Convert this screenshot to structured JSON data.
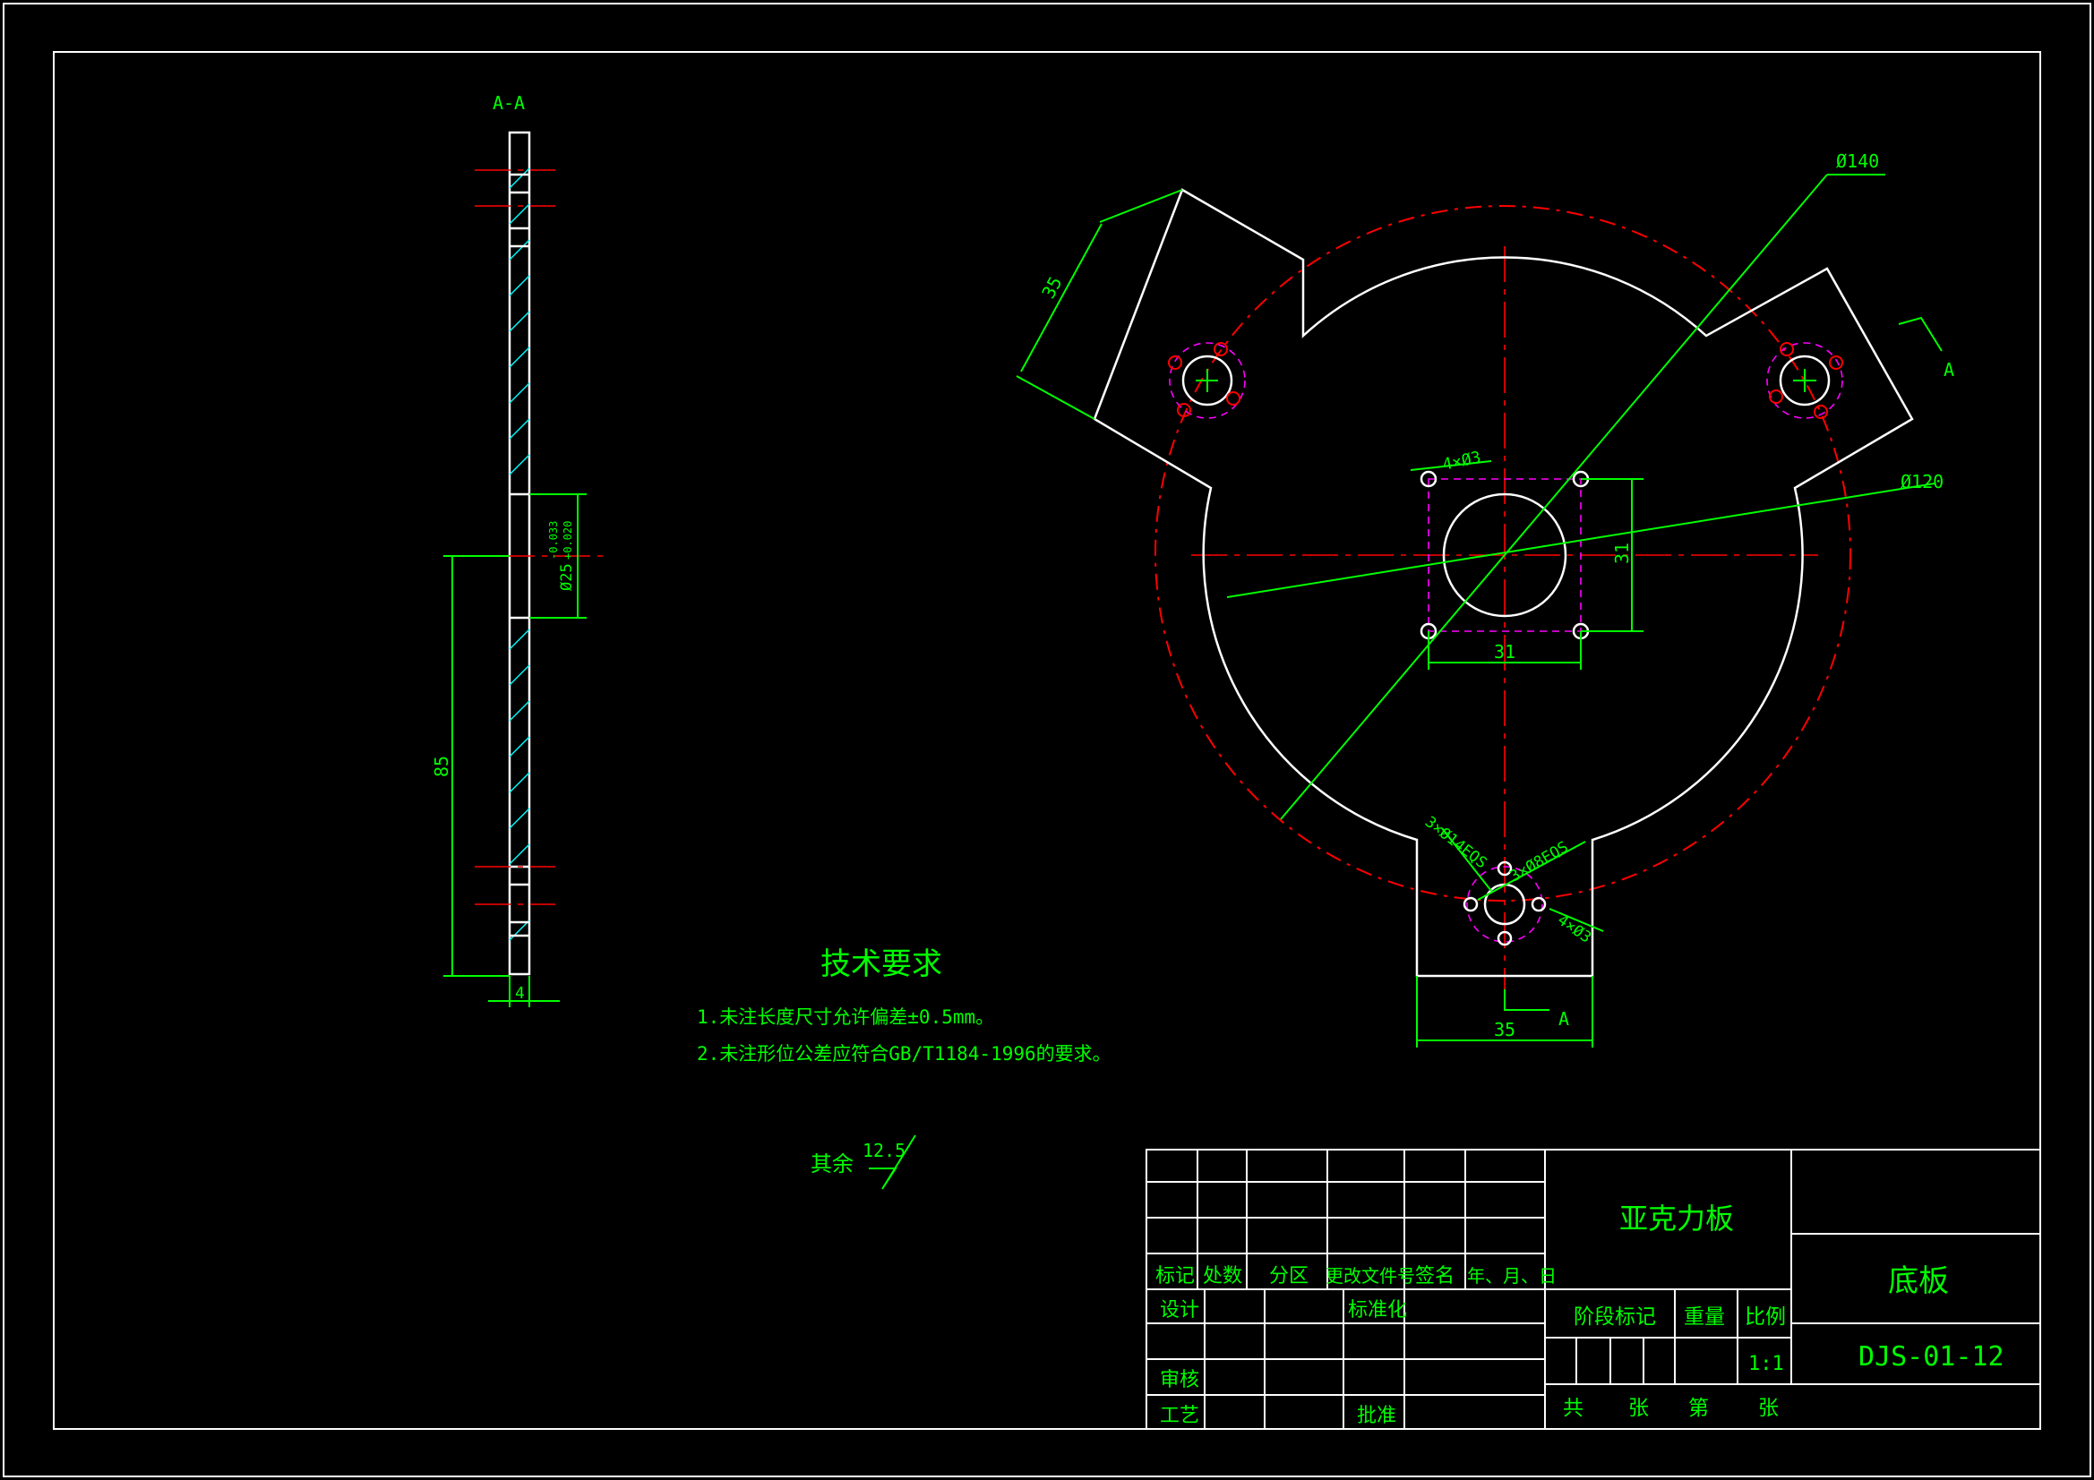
{
  "section": {
    "label": "A-A",
    "dim_bore": "Ø25",
    "tol_upper": "-0.033",
    "tol_lower": "+0.020",
    "dim_85": "85",
    "dim_4": "4"
  },
  "plan": {
    "dia_140": "Ø140",
    "dia_120": "Ø120",
    "arm_35": "35",
    "bottom_35": "35",
    "holes_4x3_top": "4×Ø3",
    "sq_31_right": "31",
    "sq_31_bottom": "31",
    "holes_3x14": "3×Ø14EQS",
    "holes_3x8": "3×Ø8EQS",
    "holes_4x3_bottom": "4×Ø3",
    "view_a_right": "A",
    "view_a_bottom": "A"
  },
  "tech_req": {
    "title": "技术要求",
    "items": [
      "1.未注长度尺寸允许偏差±0.5mm。",
      "2.未注形位公差应符合GB/T1184-1996的要求。"
    ]
  },
  "roughness": {
    "label": "其余",
    "value": "12.5"
  },
  "title_block": {
    "material": "亚克力板",
    "part_name": "底板",
    "drawing_no": "DJS-01-12",
    "header": [
      "标记",
      "处数",
      "分区",
      "更改文件号",
      "签名",
      "年、月、日"
    ],
    "designer": "设计",
    "standardize": "标准化",
    "review": "审核",
    "process": "工艺",
    "approve": "批准",
    "stage_mark": "阶段标记",
    "weight": "重量",
    "ratio": "比例",
    "scale": "1:1",
    "total": "共",
    "sheets": "张",
    "number": "第",
    "sheets2": "张"
  },
  "colors": {
    "background": "#000000",
    "annotation": "#00ff00",
    "outline": "#ffffff",
    "centerline": "#ff0000",
    "construction": "#ff00ff",
    "hatch": "#00ffff"
  }
}
